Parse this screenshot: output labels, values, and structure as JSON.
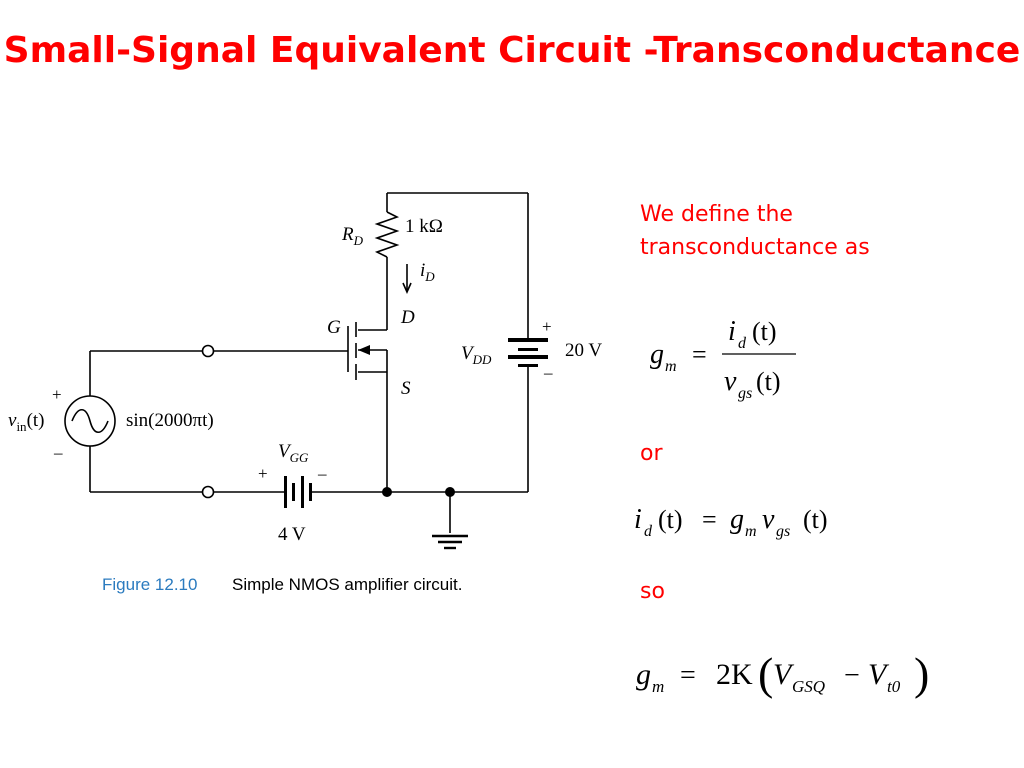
{
  "slide": {
    "title": "Small-Signal Equivalent Circuit -Transconductance"
  },
  "figure": {
    "number": "Figure 12.10",
    "caption": "Simple NMOS amplifier circuit.",
    "labels": {
      "rd_main": "R",
      "rd_sub": "D",
      "rd_value": "1 kΩ",
      "id_main": "i",
      "id_sub": "D",
      "gate": "G",
      "drain": "D",
      "source": "S",
      "vdd_main": "V",
      "vdd_sub": "DD",
      "vdd_value": "20 V",
      "vdd_plus": "+",
      "vdd_minus": "–",
      "vin_main": "v",
      "vin_sub": "in",
      "vin_arg": "(t)",
      "vin_plus": "+",
      "vin_minus": "–",
      "vin_expr": "sin(2000πt)",
      "vgg_main": "V",
      "vgg_sub": "GG",
      "vgg_plus": "+",
      "vgg_minus": "–",
      "vgg_value": "4 V"
    },
    "colors": {
      "caption_label": "#2b7bbf",
      "wire": "#000000"
    }
  },
  "text": {
    "intro_line1": "We define the",
    "intro_line2": "transconductance as",
    "or": "or",
    "so": "so",
    "color": "#ff0000"
  },
  "equations": {
    "eq1": {
      "lhs": "g",
      "lhs_sub": "m",
      "op": "=",
      "num": "i",
      "num_sub": "d",
      "num_arg": "(t)",
      "den": "v",
      "den_sub": "gs",
      "den_arg": "(t)"
    },
    "eq2": {
      "a": "i",
      "a_sub": "d",
      "a_arg": "(t)",
      "op": "=",
      "b": "g",
      "b_sub": "m",
      "c": "v",
      "c_sub": "gs",
      "c_arg": "(t)"
    },
    "eq3": {
      "lhs": "g",
      "lhs_sub": "m",
      "op": "=",
      "coef": "2K",
      "lparen": "(",
      "v1": "V",
      "v1_sub": "GSQ",
      "minus": "−",
      "v2": "V",
      "v2_sub": "t0",
      "rparen": ")"
    }
  }
}
